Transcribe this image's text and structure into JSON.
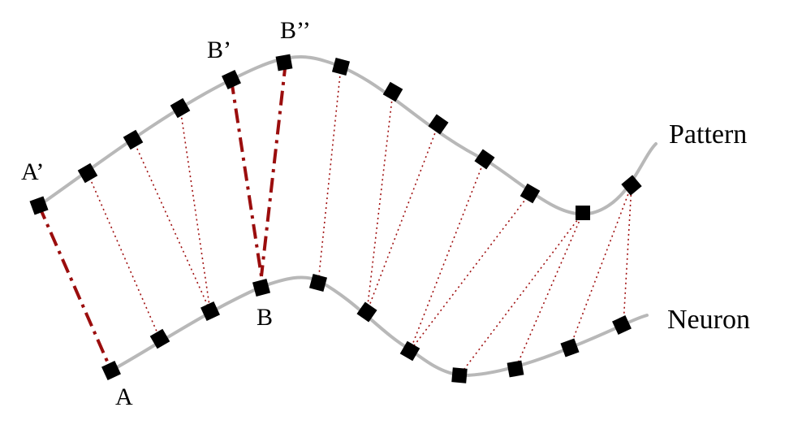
{
  "labels": {
    "pattern": "Pattern",
    "neuron": "Neuron",
    "a_prime": "A’",
    "b_prime": "B’",
    "b_double_prime": "B’’",
    "a": "A",
    "b": "B"
  },
  "colors": {
    "curve": "#b8b8b8",
    "link": "#a01010",
    "node": "#000000"
  },
  "legend": {
    "node_icon": "square-node-icon"
  }
}
